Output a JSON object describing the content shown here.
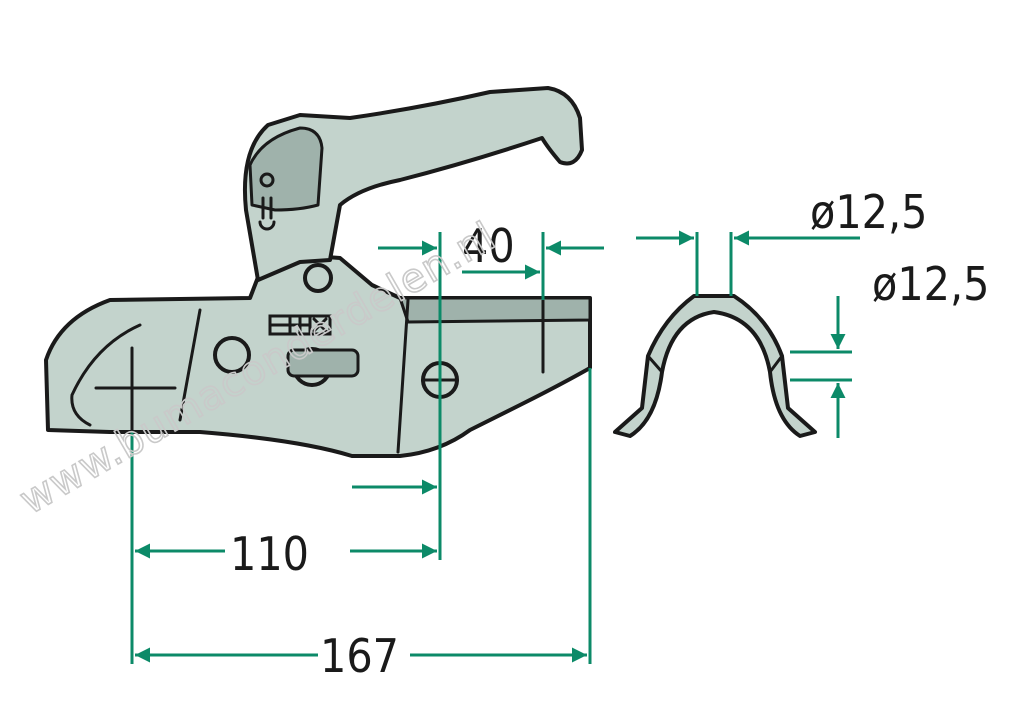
{
  "dimensions": {
    "pin_spacing": "40",
    "hole_diameter_top": "ø12,5",
    "hole_diameter_side": "ø12,5",
    "ball_to_hole": "110",
    "overall_length": "167"
  },
  "watermark": "www.bumaconderdelen.nl",
  "colors": {
    "dimension": "#0c8a68",
    "part_fill": "#c3d3cc",
    "outline": "#1a1a1a"
  }
}
